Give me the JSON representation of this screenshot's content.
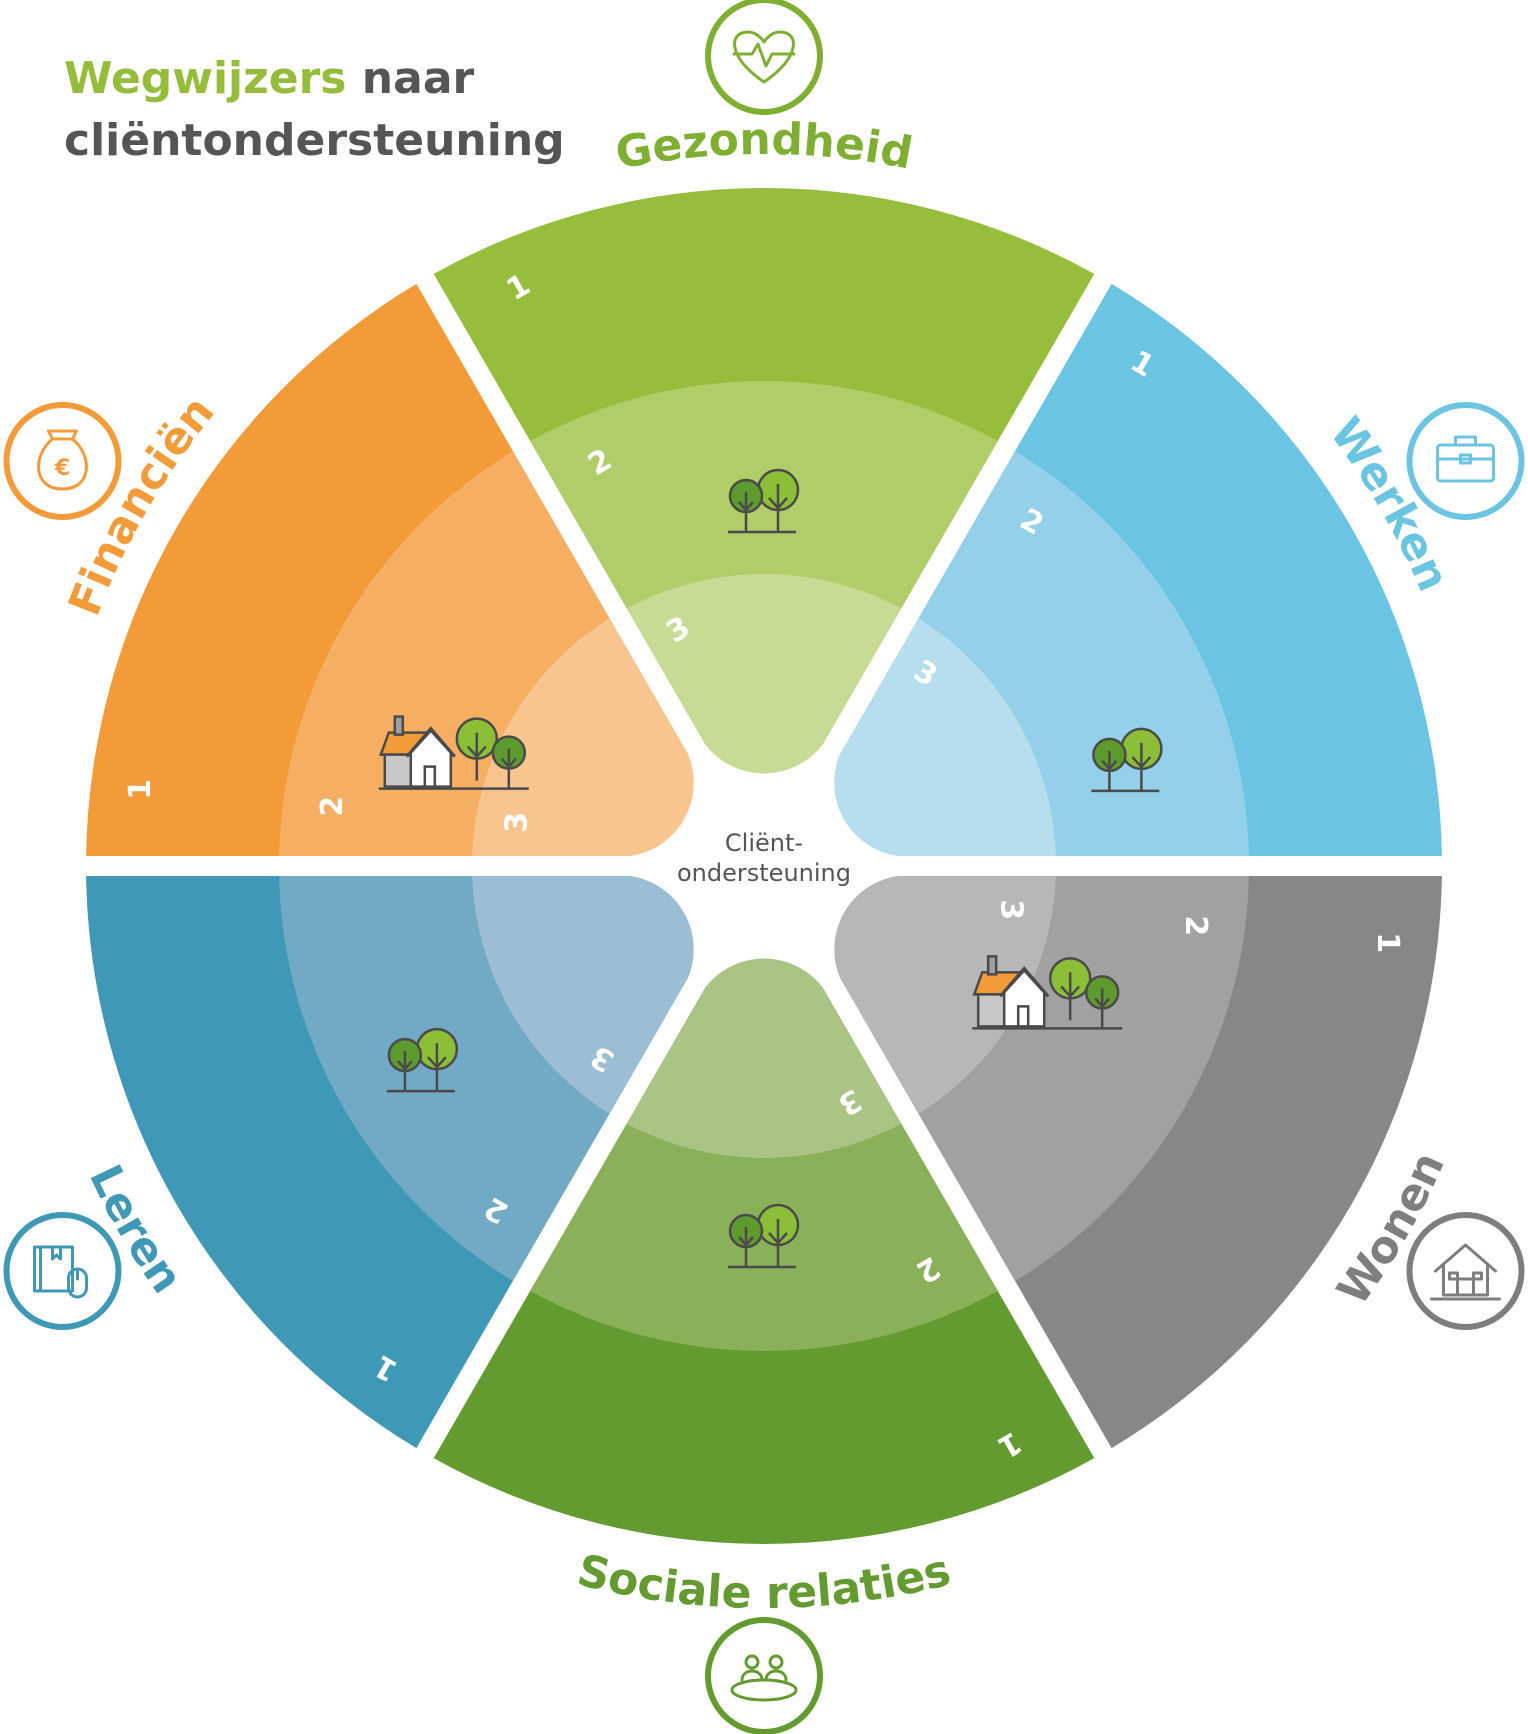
{
  "title": {
    "highlight": "Wegwijzers",
    "rest": "naar",
    "line2": "cliëntondersteuning"
  },
  "center_label": {
    "line1": "Cliënt-",
    "line2": "ondersteuning"
  },
  "ring_numbers": [
    "1",
    "2",
    "3"
  ],
  "colors": {
    "gezondheid": [
      "#97BD3C",
      "#B1CD69",
      "#C7DB94"
    ],
    "werken": [
      "#6BC4E1",
      "#95D0EA",
      "#B6DEEE"
    ],
    "wonen": [
      "#878787",
      "#A1A1A1",
      "#B7B7B7"
    ],
    "sociale_relaties": [
      "#649B30",
      "#8AB159",
      "#AAC485"
    ],
    "leren": [
      "#3F98B6",
      "#72A9C5",
      "#9CBED4"
    ],
    "financien": [
      "#F39A39",
      "#F6AE63",
      "#F9C58F"
    ]
  },
  "sectors": [
    {
      "key": "gezondheid",
      "label": "Gezondheid",
      "label_color": "#7FAF32",
      "icon": "heart-pulse-icon",
      "illustration": "trees"
    },
    {
      "key": "werken",
      "label": "Werken",
      "label_color": "#6BC4E1",
      "icon": "briefcase-icon",
      "illustration": "trees"
    },
    {
      "key": "wonen",
      "label": "Wonen",
      "label_color": "#7E7E7E",
      "icon": "house-icon",
      "illustration": "house-trees"
    },
    {
      "key": "sociale_relaties",
      "label": "Sociale relaties",
      "label_color": "#649B30",
      "icon": "people-icon",
      "illustration": "trees"
    },
    {
      "key": "leren",
      "label": "Leren",
      "label_color": "#3F98B6",
      "icon": "book-mouse-icon",
      "illustration": "trees"
    },
    {
      "key": "financien",
      "label": "Financiën",
      "label_color": "#F39A39",
      "icon": "money-bag-icon",
      "illustration": "house-trees"
    }
  ]
}
